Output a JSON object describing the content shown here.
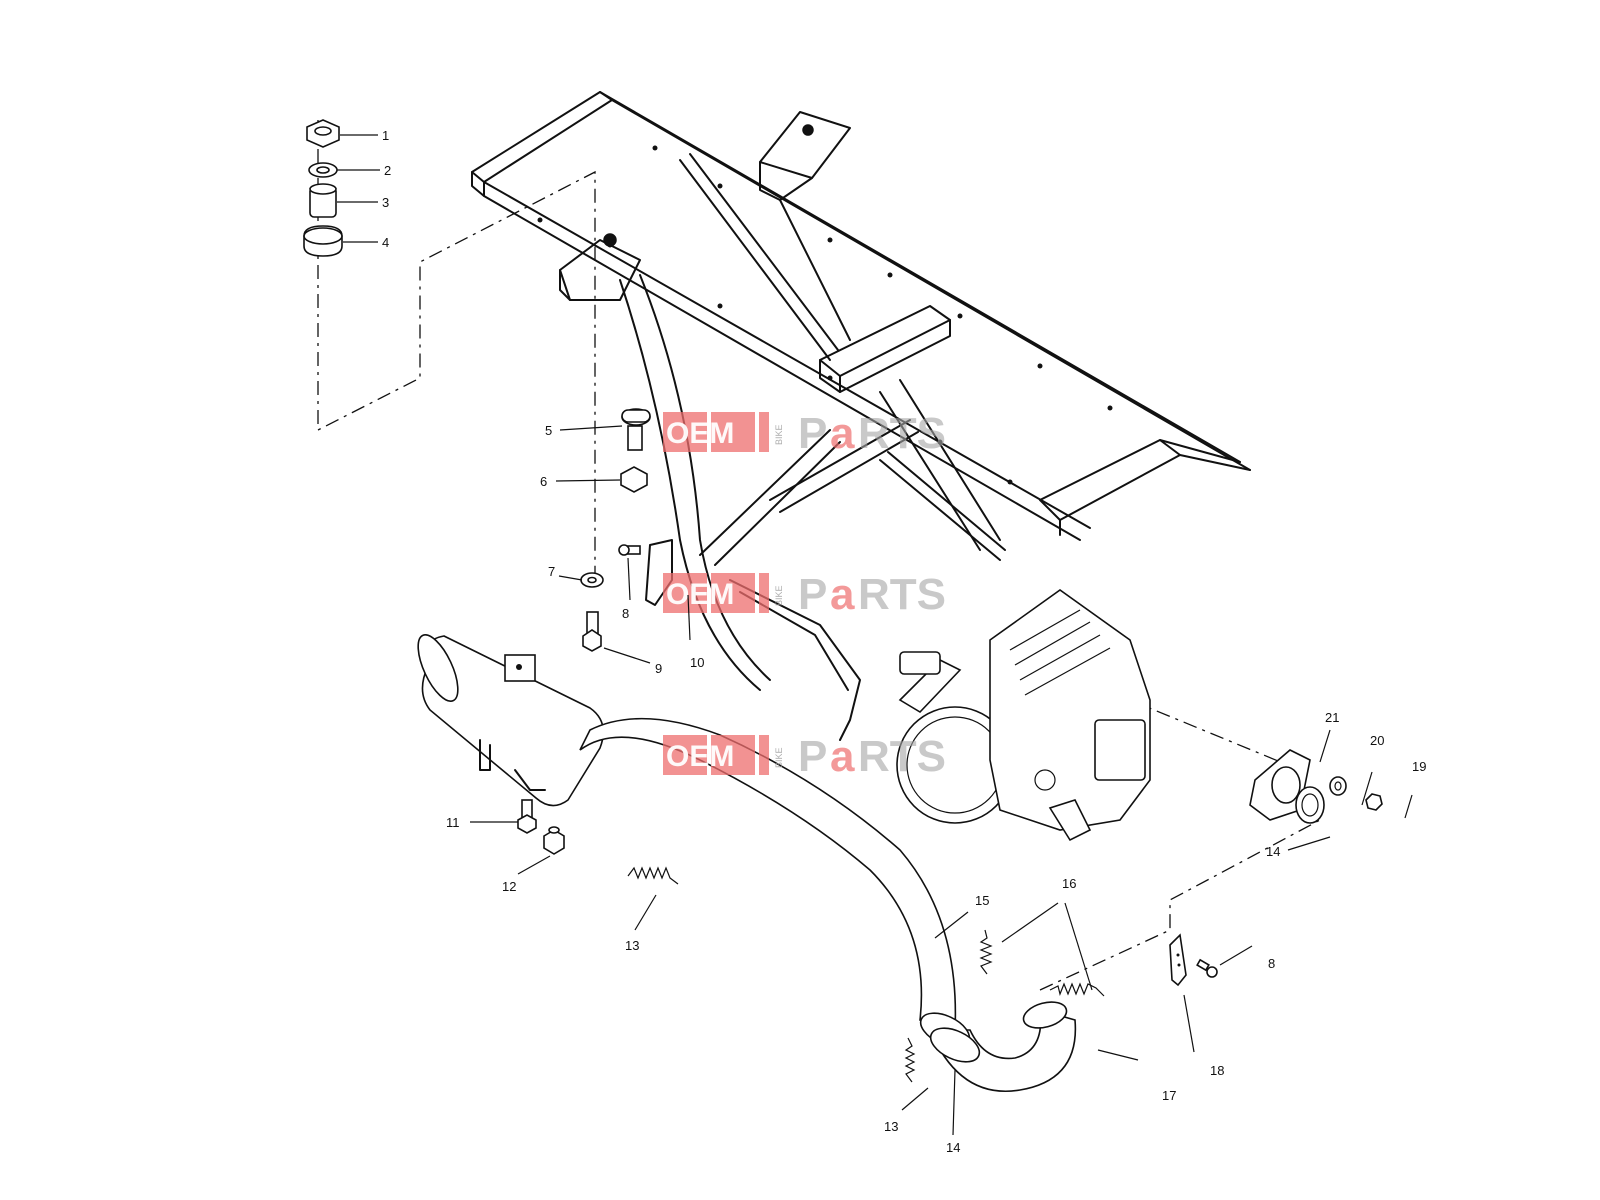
{
  "diagram": {
    "callouts": [
      {
        "id": "c1",
        "label": "1"
      },
      {
        "id": "c2",
        "label": "2"
      },
      {
        "id": "c3",
        "label": "3"
      },
      {
        "id": "c4",
        "label": "4"
      },
      {
        "id": "c5",
        "label": "5"
      },
      {
        "id": "c6",
        "label": "6"
      },
      {
        "id": "c7",
        "label": "7"
      },
      {
        "id": "c8a",
        "label": "8"
      },
      {
        "id": "c9",
        "label": "9"
      },
      {
        "id": "c10",
        "label": "10"
      },
      {
        "id": "c11",
        "label": "11"
      },
      {
        "id": "c12",
        "label": "12"
      },
      {
        "id": "c13a",
        "label": "13"
      },
      {
        "id": "c13b",
        "label": "13"
      },
      {
        "id": "c14a",
        "label": "14"
      },
      {
        "id": "c14b",
        "label": "14"
      },
      {
        "id": "c15",
        "label": "15"
      },
      {
        "id": "c16",
        "label": "16"
      },
      {
        "id": "c17",
        "label": "17"
      },
      {
        "id": "c18",
        "label": "18"
      },
      {
        "id": "c8b",
        "label": "8"
      },
      {
        "id": "c19",
        "label": "19"
      },
      {
        "id": "c20",
        "label": "20"
      },
      {
        "id": "c21",
        "label": "21"
      }
    ]
  },
  "watermark": {
    "brand_left": "OEM",
    "brand_small": "BIKE",
    "brand_right_1": "P",
    "brand_right_2": "a",
    "brand_right_3": "RTS"
  }
}
